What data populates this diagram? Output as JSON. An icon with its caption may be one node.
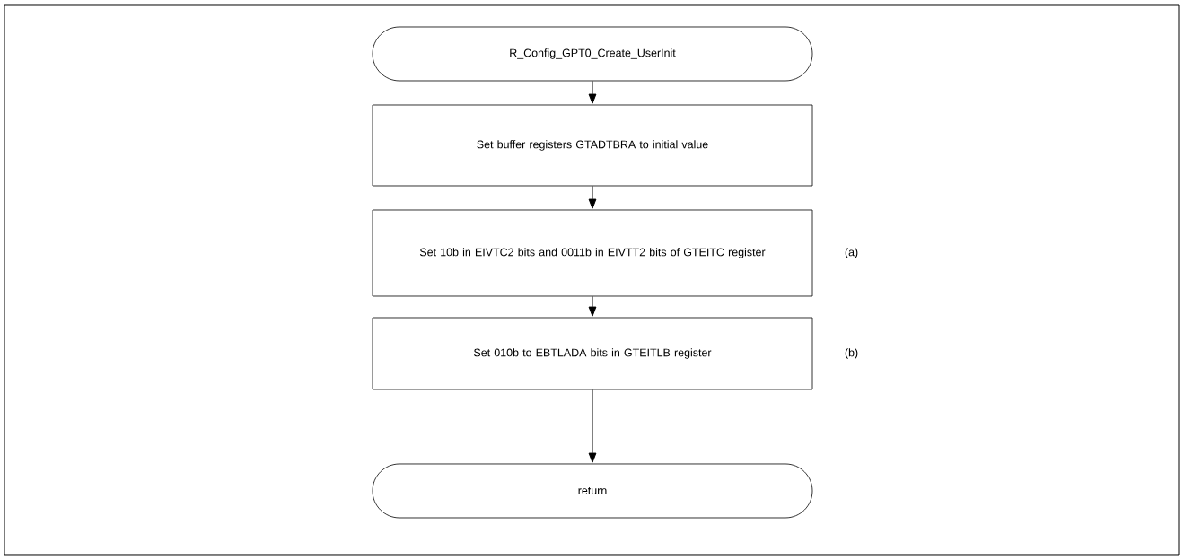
{
  "diagram": {
    "nodes": [
      {
        "text": [
          "R_Config_GPT0_Create_UserInit"
        ]
      },
      {
        "text": [
          "Set buffer registers GTADTBRA to initial value"
        ]
      },
      {
        "text": [
          "Set 10b in EIVTC2 bits and 0011b in EIVTT2 bits of GTEITC register"
        ],
        "beside": [
          "(a)"
        ]
      },
      {
        "text": [
          "Set 010b to EBTLADA bits in GTEITLB register"
        ],
        "beside": [
          "(b)"
        ]
      },
      {
        "text": [
          "return"
        ]
      }
    ],
    "edges": [
      {
        "from": 0,
        "to": 1,
        "arrow": "to"
      },
      {
        "from": 1,
        "to": 2,
        "arrow": "to"
      },
      {
        "from": 2,
        "to": 3,
        "arrow": "to"
      },
      {
        "from": 3,
        "to": 4,
        "arrow": "to"
      }
    ]
  }
}
